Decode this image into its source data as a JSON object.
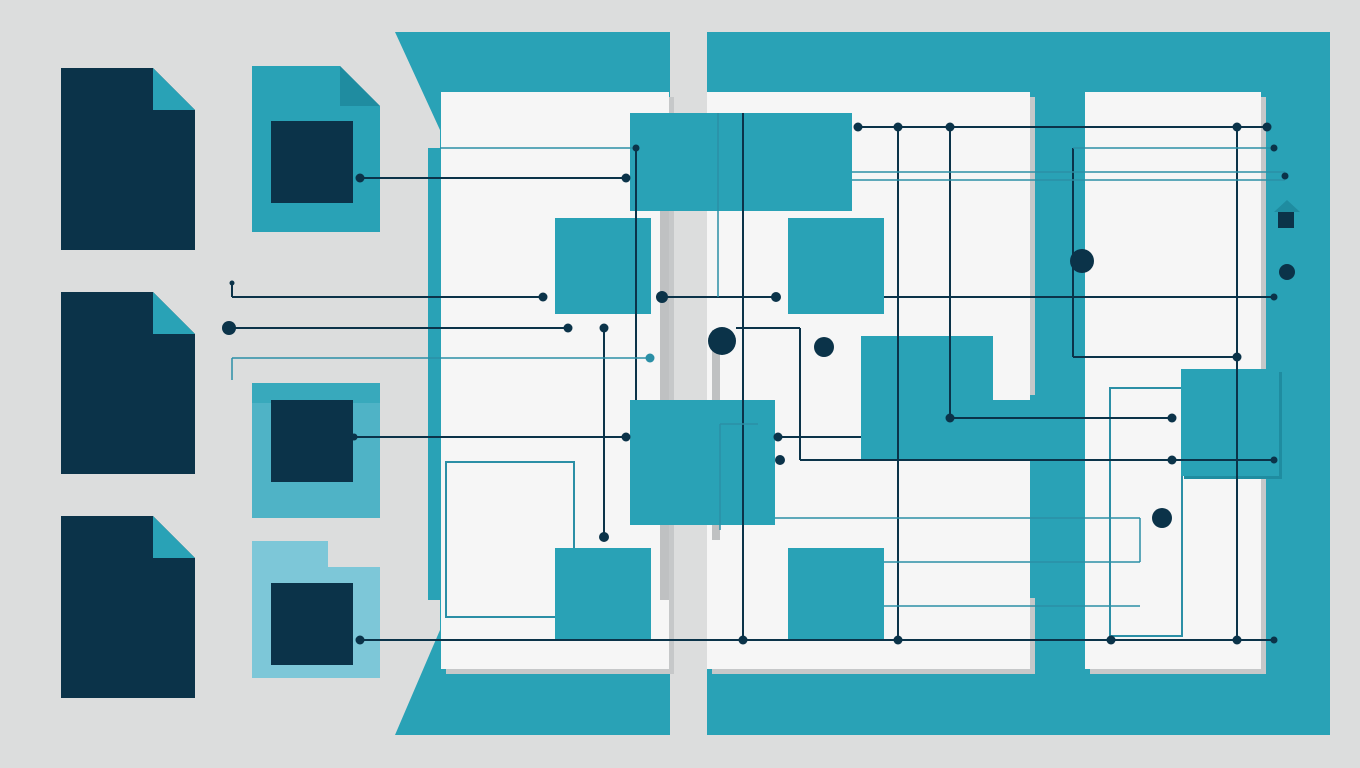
{
  "diagram": {
    "kind": "abstract document flow illustration",
    "text_labels": [],
    "colors": {
      "background": "#dcdddd",
      "dark_navy": "#0b3349",
      "teal": "#29a2b6",
      "light_teal": "#7dc7d8",
      "paper": "#f6f6f6",
      "connector": "#0b3349",
      "thin_connector": "#2b8fa6",
      "shadow": "#c6c8c9"
    },
    "icons": [
      "document-icon",
      "framed-document-icon",
      "flow-node",
      "connector-dot",
      "house-icon"
    ],
    "document_count": 3,
    "framed_document_count": 3,
    "panel_count": 3
  }
}
